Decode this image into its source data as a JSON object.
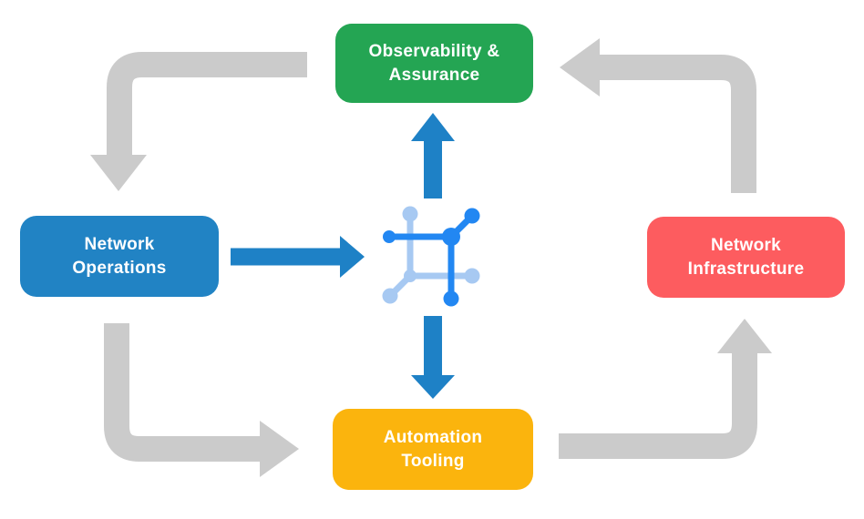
{
  "colors": {
    "canvas_bg": "#FFFFFF",
    "observability_green": "#24A553",
    "operations_blue": "#2183C4",
    "infrastructure_red": "#FD5C5F",
    "automation_yellow": "#FBB40D",
    "flow_arrow_gray": "#CBCBCB",
    "process_arrow_blue": "#1E81C6",
    "icon_blue_dark": "#2287F2",
    "icon_blue_light": "#A7C9F2",
    "label_text": "#FFFFFF"
  },
  "nodes": {
    "observability": {
      "lines": [
        "Observability &",
        "Assurance"
      ]
    },
    "operations": {
      "lines": [
        "Network",
        "Operations"
      ]
    },
    "infrastructure": {
      "lines": [
        "Network",
        "Infrastructure"
      ]
    },
    "automation": {
      "lines": [
        "Automation",
        "Tooling"
      ]
    }
  },
  "icons": {
    "center": "network-mesh-icon"
  }
}
